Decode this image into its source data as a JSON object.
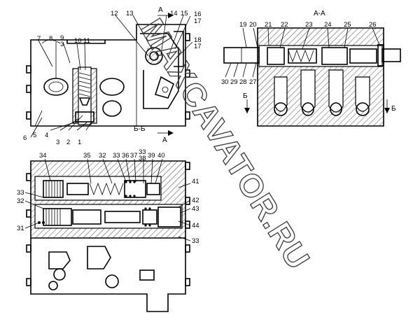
{
  "watermark": "MAXCAVATOR.RU",
  "section_labels": {
    "aa": "А-А",
    "bb": "Б-Б",
    "a_top": "А",
    "a_bottom": "А",
    "b_left": "Б",
    "b_right": "Б"
  },
  "callouts": {
    "c1": "1",
    "c2": "2",
    "c3": "3",
    "c4": "4",
    "c5": "5",
    "c6": "6",
    "c7": "7",
    "c8": "8",
    "c9": "9",
    "c3b": "3",
    "c10": "10",
    "c11": "11",
    "c12": "12",
    "c13": "13",
    "c14": "14",
    "c15": "15",
    "c16": "16",
    "c17": "17",
    "c18": "18",
    "c17b": "17",
    "c19": "19",
    "c20": "20",
    "c21": "21",
    "c22": "22",
    "c23": "23",
    "c24": "24",
    "c25": "25",
    "c26": "26",
    "c27": "27",
    "c28": "28",
    "c29": "29",
    "c30": "30",
    "c34": "34",
    "c35": "35",
    "c32": "32",
    "c33": "33",
    "c36": "36",
    "c37": "37",
    "c33b": "33",
    "c38": "38",
    "c39": "39",
    "c40": "40",
    "c41": "41",
    "c33c": "33",
    "c32b": "32",
    "c42": "42",
    "c43": "43",
    "c31": "31",
    "c44": "44",
    "c33d": "33"
  }
}
